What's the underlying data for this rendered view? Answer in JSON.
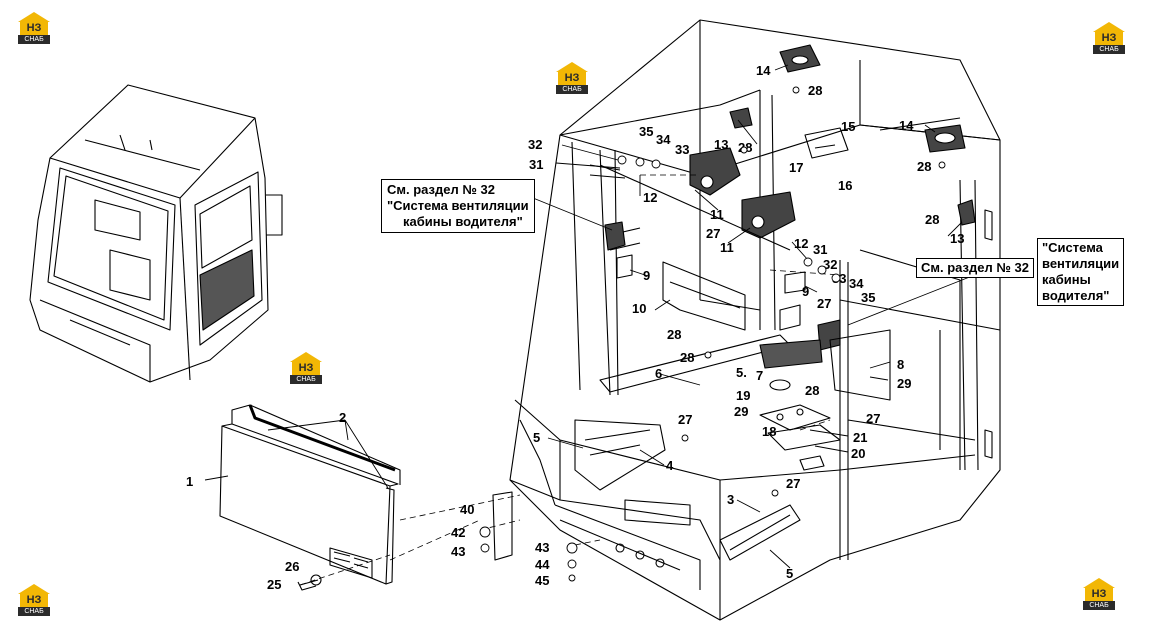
{
  "logo": {
    "top": "НЗ",
    "bottom": "СНАБ"
  },
  "notes": {
    "left": {
      "line1": "См. раздел № 32",
      "line2": "\"Система вентиляции",
      "line3": "кабины водителя\""
    },
    "right_ref": "См. раздел № 32",
    "right": {
      "line1": "\"Система",
      "line2": "вентиляции",
      "line3": "кабины",
      "line4": "водителя\""
    }
  },
  "callouts": [
    "1",
    "2",
    "3",
    "4",
    "5",
    "5",
    "5",
    "5.",
    "6",
    "7",
    "8",
    "9",
    "9",
    "10",
    "11",
    "11",
    "12",
    "12",
    "13",
    "13",
    "14",
    "14",
    "15",
    "16",
    "17",
    "18",
    "19",
    "20",
    "21",
    "25",
    "26",
    "27",
    "27",
    "27",
    "27",
    "27",
    "28",
    "28",
    "28",
    "28",
    "28",
    "28",
    "28",
    "29",
    "29",
    "31",
    "31",
    "32",
    "32",
    "33",
    "33",
    "34",
    "34",
    "35",
    "35",
    "40",
    "42",
    "43",
    "43",
    "44",
    "45"
  ],
  "colors": {
    "logo_yellow": "#f2b705",
    "logo_dark": "#2b2b2b",
    "line": "#000000"
  }
}
